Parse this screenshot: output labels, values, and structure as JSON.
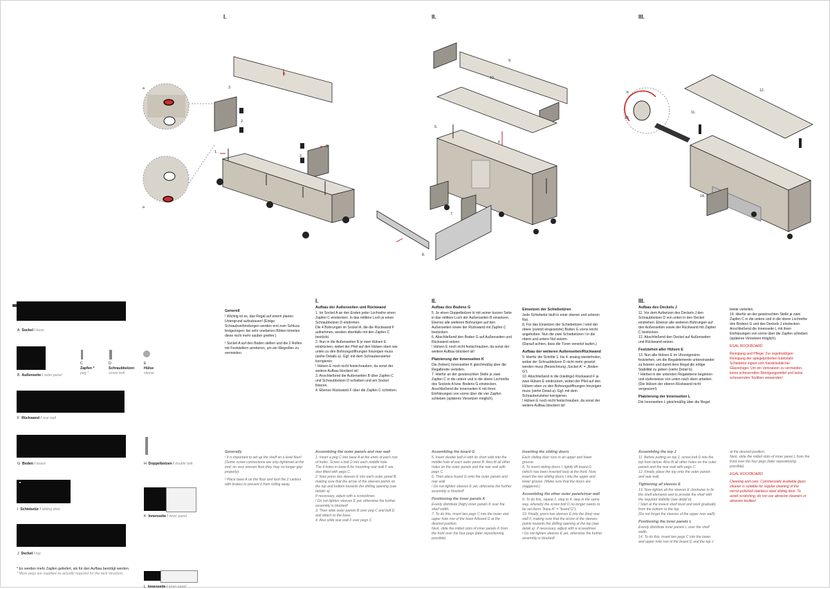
{
  "steps": {
    "s1": "I.",
    "s2": "II.",
    "s3": "III."
  },
  "callouts": {
    "a1": "a",
    "a2": "a",
    "b": "b",
    "n1": "1.",
    "n2": "2.",
    "n3": "3.",
    "n4": "4.",
    "n3b": "3",
    "n2b": "2.",
    "n5": "5.",
    "n6": "6",
    "n7": "7.",
    "n8": "8.",
    "n9": "9.",
    "n10": "10.",
    "n11": "11.",
    "n12": "12.",
    "n13": "13.",
    "n14": "14."
  },
  "parts": {
    "a": {
      "letter": "A",
      "name": "Sockel",
      "en": "base"
    },
    "b": {
      "letter": "B",
      "name": "Außenseite",
      "en": "outer panel"
    },
    "c": {
      "letter": "C",
      "name": "Zapfen *",
      "en": "peg *"
    },
    "d": {
      "letter": "D",
      "name": "Schraubbolzen",
      "en": "screw bolt"
    },
    "e": {
      "letter": "E",
      "name": "Hülse",
      "en": "sleeve"
    },
    "f": {
      "letter": "F",
      "name": "Rückwand",
      "en": "rear wall"
    },
    "g": {
      "letter": "G",
      "name": "Boden",
      "en": "board"
    },
    "h": {
      "letter": "H",
      "name": "Doppelbolzen",
      "en": "double bolt"
    },
    "i": {
      "letter": "I",
      "name": "Schiebetür",
      "en": "sliding door"
    },
    "k": {
      "letter": "K",
      "name": "Innenseite",
      "en": "inner panel"
    },
    "j": {
      "letter": "J",
      "name": "Deckel",
      "en": "top"
    },
    "l": {
      "letter": "L",
      "name": "Innenseite",
      "en": "inner panel"
    }
  },
  "footnote": {
    "de": "* Es werden mehr Zapfen geliefert, als für den Aufbau benötigt werden.",
    "en": "* More pegs are supplied as actually required for the rack structure."
  },
  "de": {
    "general": {
      "title": "Generell",
      "p1": "! Wichtig ist es, das Regal auf einem planen Untergrund aufzubauen! (Einige Schraubverbindungen werden erst zum Schluss festgezogen; bei sehr unebenen Böden könnten diese nicht mehr sauber greifen.)",
      "p2": "! Sockel A auf den Boden stellen und die 2 Rollen mit Feststellern arretieren, um ein Wegrollen zu vermeiden."
    },
    "s1": {
      "title": "I.",
      "h": "Aufbau der Außenseiten und Rückwand",
      "p": "1. Im Sockel A an den Enden jeder Lochreihe einen Zapfen C einstecken. In das mittlere Loch je einen Schraubbolzen D eindrehen.\nDie 4 Bohrungen im Sockel A, die die Rückwand F aufnehmen, werden ebenfalls mit den Zapfen C bestückt.\n2. Nun in die Außenseiten B je zwei Hülsen E eindrücken, wobei der Pfeil auf den Hülsen oben wie unten zu den Bohrungsöffnungen hinzeigen muss (siehe Details a). Ggf. mit dem Schraubenzieher korrigieren.\n! Hülsen E noch nicht festschrauben, da sonst der weitere Aufbau blockiert ist!\n3. Anschließend die Außenseiten B über Zapfen C und Schraubbolzen D schieben und am Sockel fixieren.\n4. Ebenso Rückwand F über die Zapfen C schieben."
    },
    "s2a": {
      "title": "II.",
      "h": "Aufbau des Bodens G",
      "p": "5. Je einen Doppelbolzen H mit seiner kurzen Seite in das mittlere Loch der Außenseiten B einsetzen. Ebenso alle weiteren Bohrungen auf den Außenseiten sowie der Rückwand mit Zapfen C bestücken.\n6. Abschließend den Boden G auf Außenseiten und Rückwand setzen.\n! Hülsen E noch nicht festschrauben, da sonst der weitere Aufbau blockiert ist!",
      "h2": "Platzierung der Innenseiten K",
      "p2": "Die (hohen) Innenseiten K gleichmäßig über die Regalbreite verteilen.\n7. Hierfür an der gewünschten Stelle je zwei Zapfen C in die untere und in die obere Lochreihe des Sockels A bzw. Bodens G einstecken.\nAnschließend die Innenseiten K mit ihren Einfräsungen von vorne über die vier Zapfen schieben (späteres Versetzen möglich)."
    },
    "s2b": {
      "h": "Einsetzen der Schiebetüren",
      "p": "Jede Schiebetür läuft in einer oberen und unteren Nut.\n8. Für das Einsetzen der Schiebetüren I wird der obere (zuletzt eingesetzte) Boden G vorne leicht angehoben. Nun die zwei Schiebetüren I in die obere und untere Nut setzen.\n(Darauf achten, dass die Türen versetzt laufen.)",
      "h2": "Aufbau der weiteren Außenseiten/Rückwand",
      "p2": "9. Hierfür die Schritte 1. bis 4. analog wiederholen, wobei der Schraubbolzen D nicht mehr gesetzt werden muss (Bezeichnung „Sockel A“ = „Boden G“).\n10. Abschließend in die (niedrige) Rückwand F je zwei Hülsen E eindrücken, wobei der Pfeil auf den Hülsen oben zu den Bohrungsöffnungen hinzeigen muss (siehe Detail a). Ggf. mit dem Schraubenzieher korrigieren.\n! Hülsen E noch nicht festschrauben, da sonst der weitere Aufbau blockiert ist!"
    },
    "s3a": {
      "title": "III.",
      "h": "Aufbau des Deckels J",
      "p": "11. Vor dem Aufsetzen des Deckels J den Schraubbolzen D von unten in den Deckel eindrehen. Ebenso alle weiteren Bohrungen auf den Außenseiten sowie der Rückwand mit Zapfen C bestücken.\n12. Abschließend den Deckel auf Außenseiten und Rückwand setzen.",
      "h2": "Festziehen aller Hülsen E",
      "p2": "13. Nun alle Hülsen E im Uhrzeigersinn festziehen, um die Regalelemente untereinander zu fixieren und damit dem Regal die nötige Stabilität zu geben (siehe Detail b).\n! Hierbei in der untersten Regalebene beginnen und stufenweise von unten nach oben arbeiten.\n(Die Hülsen der oberen Rückwand nicht vergessen!)",
      "h3": "Platzierung der Innenseiten L",
      "p3": "Die Innenseiten L gleichmäßig über die Regal-"
    },
    "s3b": {
      "p": "breite verteilen.\n14. Hierfür an der gewünschten Stelle je zwei Zapfen C in die untere und in die obere Lochreihe des Bodens G und des Deckels J einstecken.\nAnschließend die Innenseite L mit ihren Einfräsungen von vorne über die Zapfen schieben (späteres Versetzen möglich).",
      "brand": "EGAL ROCKBOARD",
      "care": "Reinigung und Pflege: Zur regelmäßigen Reinigung der spiegelpolierten Edelstahl-Schiebetür eignet sich handelsüblicher Glasreiniger. Um ein Verkratzen zu vermeiden, keine scheuernden Reinigungsmittel und keine scheuernden Textilien verwenden!"
    }
  },
  "en": {
    "general": {
      "title": "Generally",
      "p1": "! It is important to set up the shelf on a level floor! (Some screw connections are only tightened at the end; on very uneven floor they may no longer grip properly).",
      "p2": "! Place base A on the floor and lock the 2 castors with brakes to prevent it from rolling away."
    },
    "s1": {
      "h": "Assembling the outer panels and rear wall",
      "p": "1. Insert a peg C into base A at the ends of each row of holes. Screw a bolt D into each middle hole.\nThe 4 holes in base A for mounting rear wall F are also fitted with pegs C.\n2. Now press two sleeves E into each outer panel B, making sure that the arrow of the sleeves points on the top and bottom towards the drilling opening (see details a).\nIf necessary, adjust with a screwdriver.\n! Do not tighten sleeves E yet, otherwise the further assembly is blocked!\n3. Then slide outer panels B over peg C and bolt D and attach to the base.\n4. Also slide rear wall F over pegs C."
    },
    "s2a": {
      "h": "Assembling the board G",
      "p": "5. Insert double bolt H with its short side into the middle hole of each outer panel B. Also fit all other holes on the outer panels and the rear wall with pegs C.\n6. Then place board G onto the outer panels and rear wall.\n! Do not tighten sleeves E yet, otherwise the further assembly is blocked!",
      "h2": "Positioning the inner panels K",
      "p2": "Evenly distribute (high) inner panels K over the shelf width.\n7. To do this, insert two pegs C into the lower and upper hole row of the base A/board G at the desired position.\nNext, slide the milled slots of inner panels K from the front over the four pegs (later repositioning possible)."
    },
    "s2b": {
      "h": "Inserting the sliding doors",
      "p": "Each sliding door runs in an upper and lower groove.\n8. To insert sliding doors I, lightly lift board G (which has been inserted last) at the front. Now, insert the two sliding doors I into the upper and lower groove. (Make sure that the doors are staggered.)",
      "h2": "Assembling the other outer panels/rear wall",
      "p2": "9. To do this, repeat 1. step to 4. step in the same way, whereby the screw bolt D no longer needs to be set (term \"base A\" = \"board G\").\n10. Finally, press two sleeves E into the (low) rear wall F, making sure that the arrow of the sleeves points towards the drilling opening at the top (see detail a). If necessary, adjust with a screwdriver.\n! Do not tighten sleeves E yet, otherwise the further assembly is blocked!"
    },
    "s3a": {
      "h": "Assembling the top J",
      "p": "11. Before putting on top J, screw bolt D into the top from below. Also fit all other holes on the outer panels and the rear wall with pegs C.\n12. Finally, place the top onto the outer panels and rear wall.",
      "h2": "Tightening all sleeves E",
      "p2": "13. Now tighten all the sleeves E clockwise to fix the shelf elements and to provide the shelf with the required stability (see detail b).\n! Start at the lowest shelf level and work gradually from the bottom to the top.\n(Do not forget the sleeves of the upper rear wall!)",
      "h3": "Positioning the inner panels L",
      "p3": "Evenly distribute inner panels L over the shelf width.\n14. To do this, insert two pegs C into the lower and upper hole row of the board G and the top J"
    },
    "s3b": {
      "p": "at the desired position.\nNext, slide the milled slots of inner panel L from the front over the four pegs (later repositioning possible).",
      "brand": "EGAL ROCKBOARD",
      "care": "Cleaning and care: Commercially available glass cleaner is suitable for regular cleaning of the mirror-polished stainless steel sliding door. To avoid scratching, do not use abrasive cleaners or abrasive textiles!"
    }
  }
}
